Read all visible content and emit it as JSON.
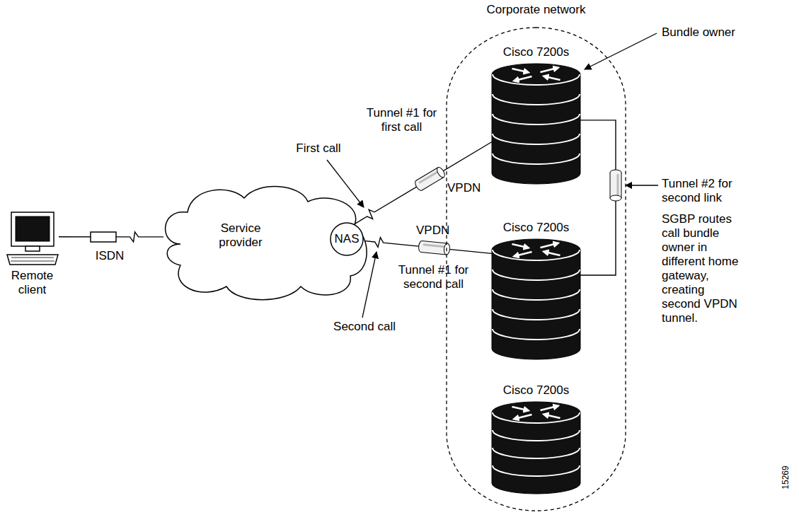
{
  "diagram": {
    "nodes": [
      {
        "text": [
          "Remote client"
        ]
      },
      {
        "text": [
          "Service provider"
        ]
      },
      {
        "text": [
          "NAS"
        ],
        "in": 1
      },
      {
        "text": [
          "Corporate network"
        ]
      },
      {
        "text": [
          "Cisco 7200s"
        ],
        "in": 3
      },
      {
        "text": [
          "Cisco 7200s"
        ],
        "in": 3
      },
      {
        "text": [
          "Cisco 7200s"
        ],
        "in": 3
      }
    ],
    "edges": [
      {
        "from": 0,
        "to": 1,
        "arrow": "none"
      },
      {
        "from": 2,
        "to": 4,
        "arrow": "none"
      },
      {
        "from": 2,
        "to": 5,
        "arrow": "none"
      },
      {
        "from": 5,
        "to": 4,
        "arrow": "none"
      }
    ],
    "labels": [
      "ISDN",
      "First call",
      "Tunnel #1 for first call",
      "VPDN",
      "VPDN",
      "Tunnel #1 for second call",
      "Second call",
      "Bundle owner",
      "Tunnel #2 for second link",
      "SGBP routes call bundle owner in different home gateway, creating second VPDN tunnel.",
      "15269"
    ]
  }
}
